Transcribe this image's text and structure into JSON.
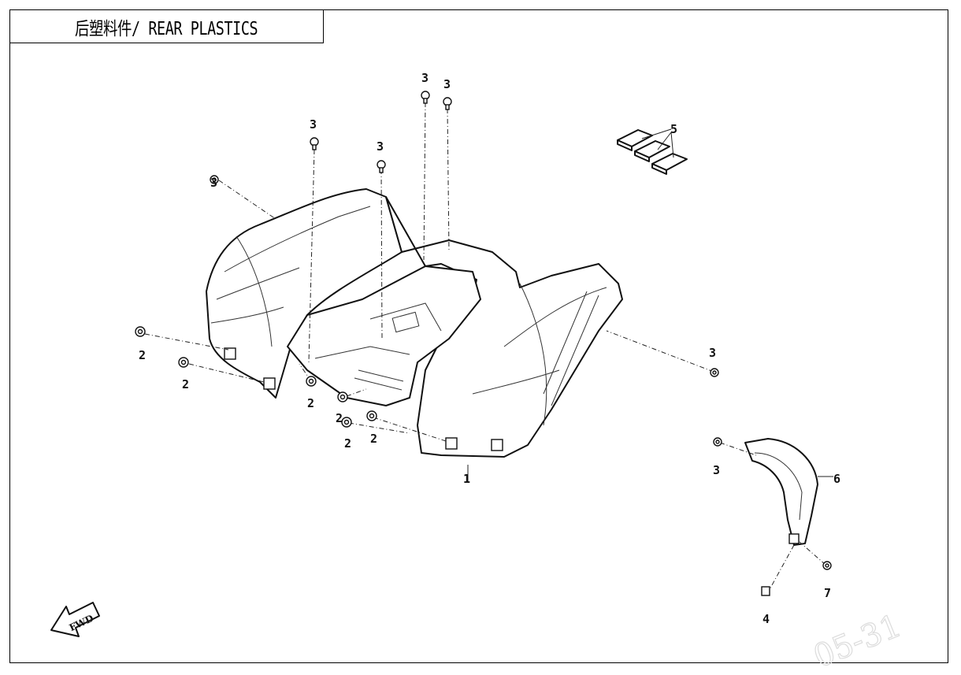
{
  "title": "后塑料件/ REAR PLASTICS",
  "watermark": "05-31",
  "fwd_label": "FWD",
  "callouts": {
    "c1": "1",
    "c2a": "2",
    "c2b": "2",
    "c2c": "2",
    "c2d": "2",
    "c2e": "2",
    "c2f": "2",
    "c3a": "3",
    "c3b": "3",
    "c3c": "3",
    "c3d": "3",
    "c3e": "3",
    "c3f": "3",
    "c3g": "3",
    "c4": "4",
    "c5": "5",
    "c6": "6",
    "c7": "7"
  }
}
